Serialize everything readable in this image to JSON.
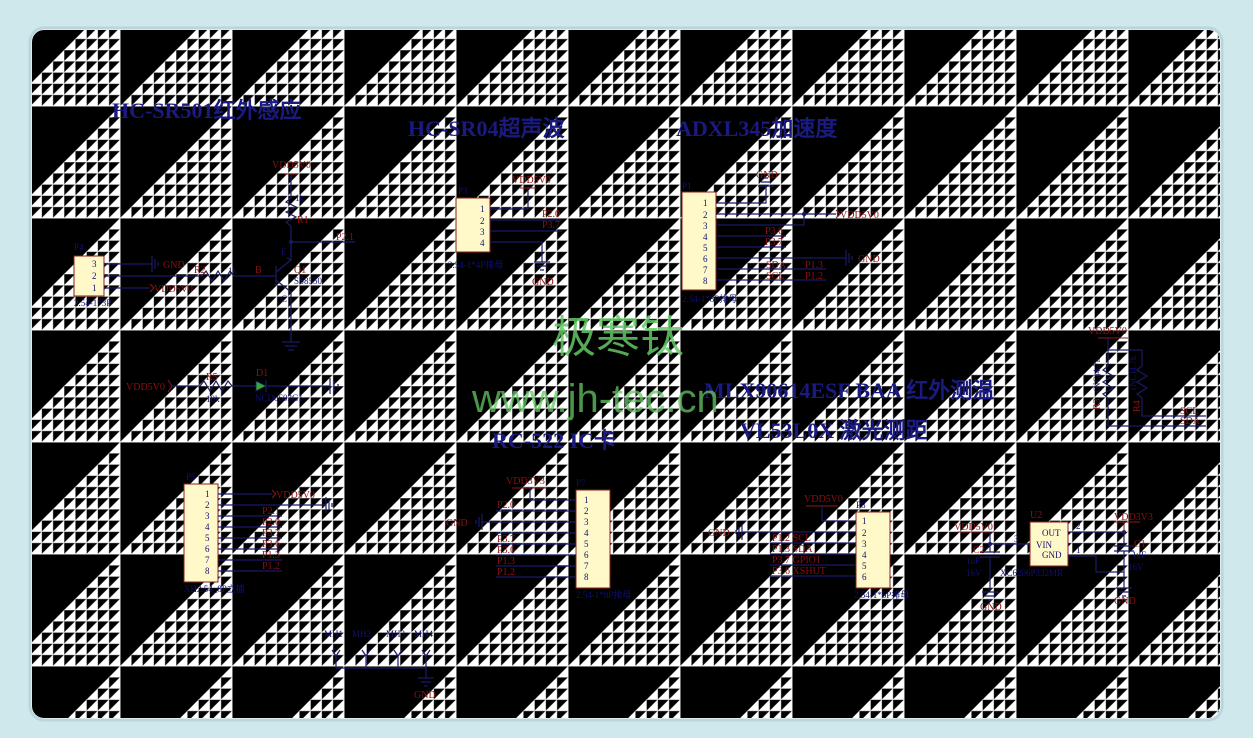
{
  "titles": {
    "hcsr501": "HC-SR501红外感应",
    "hcsr04": "HC-SR04超声波",
    "adxl345": "ADXL345加速度",
    "mlx": "MLX90614ESF BAA 红外测温",
    "vl53": "VL53L0X 激光测距",
    "rc522": "RC-522 IC卡"
  },
  "watermark": {
    "name": "极寒钛",
    "url": "www.jh-tec.cn"
  },
  "nets": {
    "vdd5": "VDD5V0",
    "vdd33": "VDD3V3",
    "gnd": "GND",
    "p21": "P2.1",
    "p20": "P2.0",
    "p37": "P3.7",
    "p36": "P3.6",
    "p13": "P1.3",
    "p12": "P1.2",
    "sda": "SDA",
    "scl": "SCL",
    "p12scl": "P1.2 SCL",
    "p13sda": "P1.3 SDA",
    "p37gpio": "P3.7 GPIO1",
    "p36xshut": "P3.6 XSHUT"
  },
  "parts": {
    "p4": {
      "ref": "P4",
      "value": "2.54-1*3P",
      "pins": [
        "3",
        "2",
        "1"
      ]
    },
    "r1": {
      "ref": "R1",
      "value": "1k"
    },
    "r2": {
      "ref": "R2",
      "value": "1k"
    },
    "q1": {
      "ref": "Q1",
      "value": "SS8550",
      "b": "B",
      "e": "E",
      "c": "C"
    },
    "r5": {
      "ref": "R5",
      "value": "10k"
    },
    "d1": {
      "ref": "D1",
      "value": "NCD0603G1"
    },
    "p3": {
      "ref": "P3",
      "value": "2.54-1*4P排母",
      "pins": [
        "1",
        "2",
        "3",
        "4"
      ]
    },
    "p1": {
      "ref": "P1",
      "value": "2.54-1*8P排母",
      "pins": [
        "1",
        "2",
        "3",
        "4",
        "5",
        "6",
        "7",
        "8"
      ]
    },
    "p5": {
      "ref": "P5",
      "value": "XH2.54_8P立插",
      "pins": [
        "1",
        "2",
        "3",
        "4",
        "5",
        "6",
        "7",
        "8"
      ]
    },
    "p7": {
      "ref": "P7",
      "value": "2.54-1*8P排母",
      "pins": [
        "1",
        "2",
        "3",
        "4",
        "5",
        "6",
        "7",
        "8"
      ]
    },
    "p8": {
      "ref": "P8",
      "value": "2.54-1*6P排母",
      "pins": [
        "1",
        "2",
        "3",
        "4",
        "5",
        "6"
      ]
    },
    "r3": {
      "ref": "R3",
      "value": "(NC)4.7k"
    },
    "r4": {
      "ref": "R4",
      "value": "(NC)4.7k"
    },
    "u2": {
      "ref": "U2",
      "value": "XC6206P332MR",
      "out": "OUT",
      "vin": "VIN",
      "gndpin": "GND",
      "pin1": "1",
      "pin2": "2",
      "pin3": "3"
    },
    "c2": {
      "ref": "C2",
      "value": "1uF",
      "volt": "16V"
    },
    "c1": {
      "ref": "C1",
      "value": "1uF",
      "volt": "16V"
    },
    "mh": [
      "MH1",
      "MH2",
      "MH3",
      "MH4"
    ]
  }
}
